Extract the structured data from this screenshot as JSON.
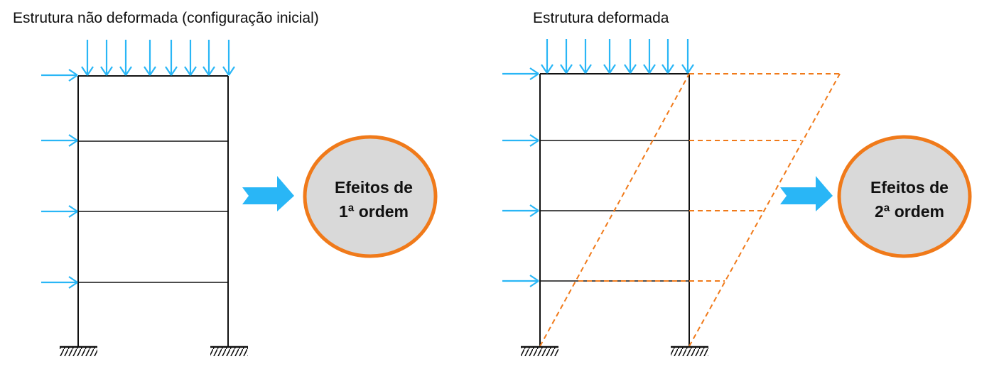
{
  "left_panel": {
    "title": "Estrutura não deformada (configuração inicial)",
    "effect_line1": "Efeitos de",
    "effect_line2": "1ª ordem"
  },
  "right_panel": {
    "title": "Estrutura deformada",
    "effect_line1": "Efeitos de",
    "effect_line2": "2ª ordem"
  },
  "colors": {
    "load_arrow": "#29b6f6",
    "deformed_dashed": "#f07a1a",
    "circle_stroke": "#f07a1a",
    "circle_fill": "#d9d9d9",
    "frame": "#111111"
  }
}
